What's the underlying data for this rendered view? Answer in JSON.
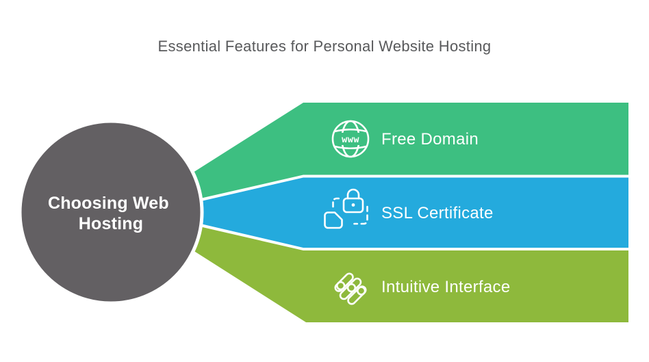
{
  "title": "Essential Features for Personal Website Hosting",
  "hub": {
    "label_line1": "Choosing Web",
    "label_line2": "Hosting",
    "color": "#636063"
  },
  "bands": [
    {
      "label": "Free Domain",
      "icon": "globe-www-icon",
      "color": "#3dbf81"
    },
    {
      "label": "SSL Certificate",
      "icon": "ssl-lock-icon",
      "color": "#24aadd"
    },
    {
      "label": "Intuitive Interface",
      "icon": "sliders-icon",
      "color": "#8eb93c"
    }
  ],
  "icons": {
    "globe_label": "www"
  },
  "colors": {
    "background": "#ffffff",
    "title_text": "#58595b",
    "band_text": "#ffffff",
    "divider": "#ffffff"
  }
}
